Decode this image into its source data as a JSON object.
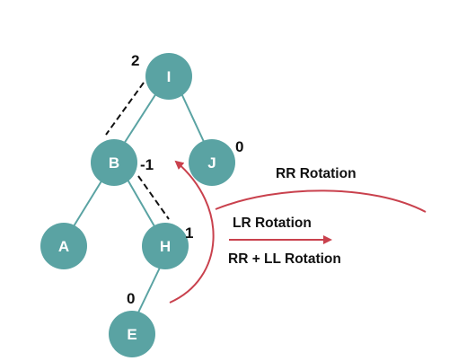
{
  "colors": {
    "node_fill": "#5aa3a3",
    "edge": "#5aa3a3",
    "arrow": "#c9414d",
    "text": "#111111"
  },
  "nodes": [
    {
      "id": "I",
      "label": "I",
      "balance": "2"
    },
    {
      "id": "B",
      "label": "B",
      "balance": "-1"
    },
    {
      "id": "J",
      "label": "J",
      "balance": "0"
    },
    {
      "id": "A",
      "label": "A",
      "balance": ""
    },
    {
      "id": "H",
      "label": "H",
      "balance": "1"
    },
    {
      "id": "E",
      "label": "E",
      "balance": "0"
    }
  ],
  "edges": [
    {
      "from": "I",
      "to": "B"
    },
    {
      "from": "I",
      "to": "J"
    },
    {
      "from": "B",
      "to": "A"
    },
    {
      "from": "B",
      "to": "H"
    },
    {
      "from": "H",
      "to": "E"
    }
  ],
  "captions": {
    "rr_rotation": "RR Rotation",
    "lr_rotation": "LR Rotation",
    "rr_ll_rotation": "RR + LL Rotation"
  }
}
